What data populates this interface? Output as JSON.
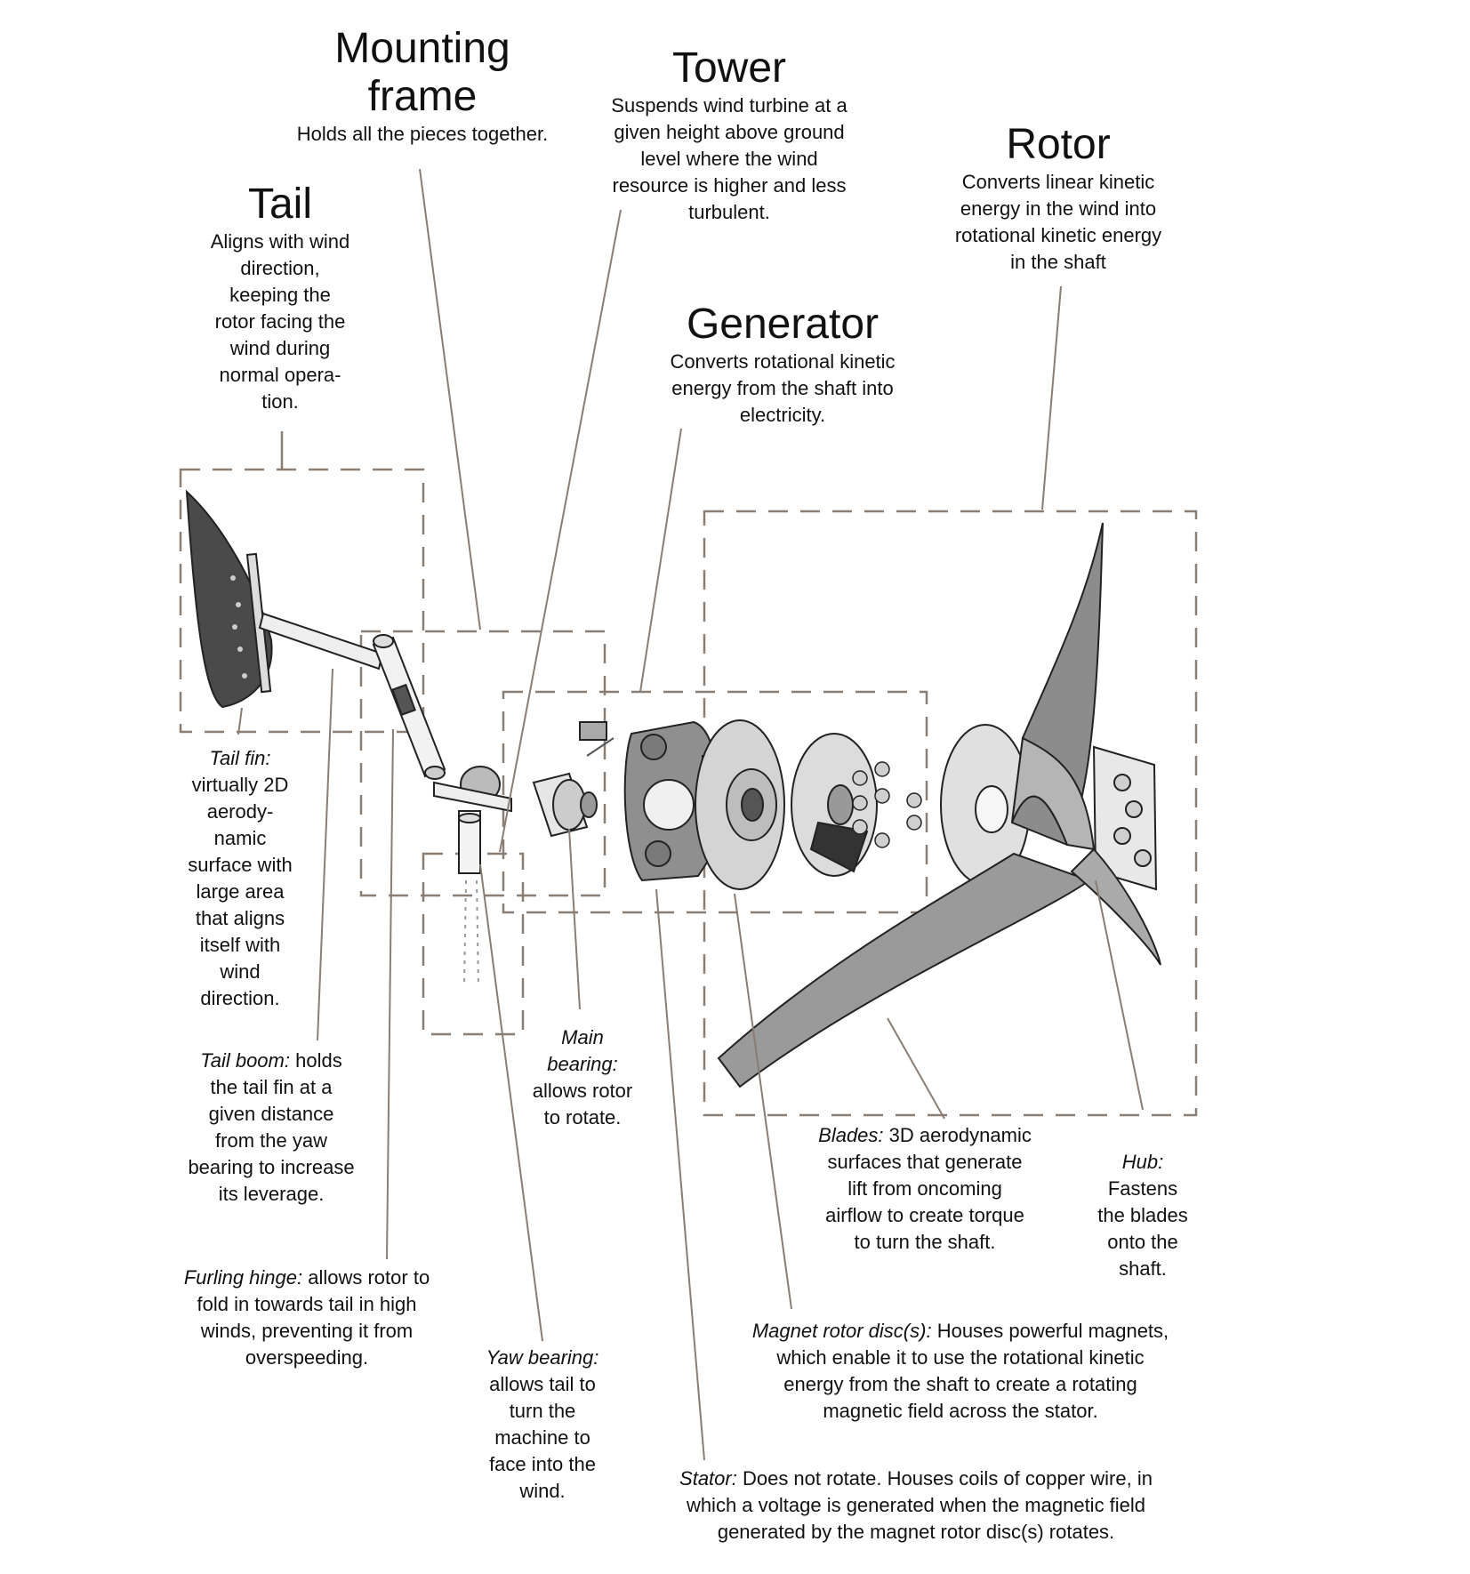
{
  "components": {
    "mounting_frame": {
      "title_line1": "Mounting",
      "title_line2": "frame",
      "description": "Holds all the pieces together."
    },
    "tower": {
      "title": "Tower",
      "desc_lines": [
        "Suspends wind turbine at a",
        "given height above ground",
        "level where the wind",
        "resource is higher and less",
        "turbulent."
      ]
    },
    "rotor": {
      "title": "Rotor",
      "desc_lines": [
        "Converts linear kinetic",
        "energy in the wind into",
        "rotational kinetic energy",
        "in the shaft"
      ]
    },
    "tail": {
      "title": "Tail",
      "desc_lines": [
        "Aligns with wind",
        "direction,",
        "keeping the",
        "rotor facing the",
        "wind during",
        "normal opera-",
        "tion."
      ]
    },
    "generator": {
      "title": "Generator",
      "desc_lines": [
        "Converts rotational kinetic",
        "energy from the shaft into",
        "electricity."
      ]
    }
  },
  "parts": {
    "tail_fin": {
      "name": "Tail fin:",
      "desc_lines": [
        "virtually 2D",
        "aerody-",
        "namic",
        "surface with",
        "large area",
        "that aligns",
        "itself with",
        "wind",
        "direction."
      ]
    },
    "tail_boom": {
      "name": "Tail boom:",
      "desc_first": " holds",
      "desc_lines": [
        "the tail fin at a",
        "given distance",
        "from the yaw",
        "bearing to increase",
        "its leverage."
      ]
    },
    "furling_hinge": {
      "name": "Furling hinge:",
      "desc_first": " allows rotor to",
      "desc_lines": [
        "fold in towards tail in high",
        "winds, preventing it from",
        "overspeeding."
      ]
    },
    "yaw_bearing": {
      "name": "Yaw bearing:",
      "desc_lines": [
        "allows tail to",
        "turn the",
        "machine to",
        "face into the",
        "wind."
      ]
    },
    "main_bearing": {
      "name_line1": "Main",
      "name_line2": "bearing:",
      "desc_lines": [
        "allows rotor",
        "to rotate."
      ]
    },
    "blades": {
      "name": "Blades:",
      "desc_first": " 3D aerodynamic",
      "desc_lines": [
        "surfaces that generate",
        "lift from oncoming",
        "airflow to create torque",
        "to turn the shaft."
      ]
    },
    "hub": {
      "name": "Hub:",
      "desc_lines": [
        "Fastens",
        "the blades",
        "onto the",
        "shaft."
      ]
    },
    "magnet_rotor": {
      "name": "Magnet rotor disc(s):",
      "desc_first": " Houses powerful magnets,",
      "desc_lines": [
        "which enable it to use the rotational kinetic",
        "energy from the shaft to create a rotating",
        "magnetic field across the stator."
      ]
    },
    "stator": {
      "name": "Stator:",
      "desc_first": " Does not rotate.  Houses coils of copper wire, in",
      "desc_lines": [
        "which a voltage is generated when the magnetic field",
        "generated by the magnet rotor disc(s) rotates."
      ]
    }
  },
  "colors": {
    "leader": "#8a7d74",
    "frame": "#8a7d74",
    "dark_part": "#5a5a5a",
    "mid_part": "#9a9a9a",
    "light_part": "#c8c8c8"
  }
}
